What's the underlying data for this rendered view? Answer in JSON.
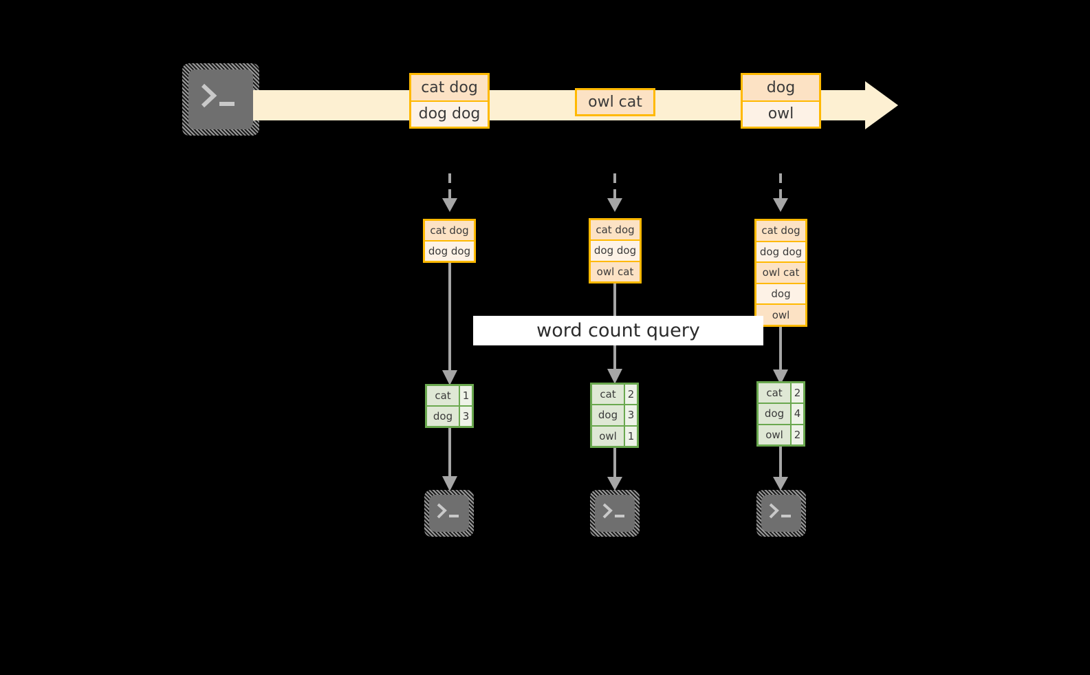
{
  "colors": {
    "background": "#000000",
    "stream_accent": "#ffb900",
    "stream_fill_light": "#fdf2e6",
    "stream_fill_dark": "#fce2c4",
    "timeline_bar": "#fdf0d2",
    "result_accent": "#6aa84f",
    "result_fill_light": "#eef3e8",
    "result_fill_dark": "#dfe8d5",
    "connector": "#a6a6a6",
    "terminal_body": "#6f6f6f",
    "banner_fill": "#ffffff",
    "text": "#3a3a3a"
  },
  "source": {
    "icon": "terminal-icon",
    "glyph": ">_"
  },
  "timeline": {
    "icon": "arrow-right-icon",
    "events": [
      {
        "name": "timeline-event-1",
        "lines": [
          "cat dog",
          "dog dog"
        ]
      },
      {
        "name": "timeline-event-2",
        "lines": [
          "owl cat"
        ]
      },
      {
        "name": "timeline-event-3",
        "lines": [
          "dog",
          "owl"
        ]
      }
    ]
  },
  "query": {
    "label": "word count query"
  },
  "columns": [
    {
      "name": "snapshot-1",
      "ingest_icon": "dashed-arrow-down-icon",
      "stream_rows": [
        "cat dog",
        "dog dog"
      ],
      "arrow_icon": "arrow-down-icon",
      "result_rows": [
        {
          "word": "cat",
          "count": "1"
        },
        {
          "word": "dog",
          "count": "3"
        }
      ],
      "sink_icon": "terminal-icon",
      "sink_glyph": ">_"
    },
    {
      "name": "snapshot-2",
      "ingest_icon": "dashed-arrow-down-icon",
      "stream_rows": [
        "cat dog",
        "dog dog",
        "owl cat"
      ],
      "arrow_icon": "arrow-down-icon",
      "result_rows": [
        {
          "word": "cat",
          "count": "2"
        },
        {
          "word": "dog",
          "count": "3"
        },
        {
          "word": "owl",
          "count": "1"
        }
      ],
      "sink_icon": "terminal-icon",
      "sink_glyph": ">_"
    },
    {
      "name": "snapshot-3",
      "ingest_icon": "dashed-arrow-down-icon",
      "stream_rows": [
        "cat dog",
        "dog dog",
        "owl cat",
        "dog",
        "owl"
      ],
      "arrow_icon": "arrow-down-icon",
      "result_rows": [
        {
          "word": "cat",
          "count": "2"
        },
        {
          "word": "dog",
          "count": "4"
        },
        {
          "word": "owl",
          "count": "2"
        }
      ],
      "sink_icon": "terminal-icon",
      "sink_glyph": ">_"
    }
  ]
}
